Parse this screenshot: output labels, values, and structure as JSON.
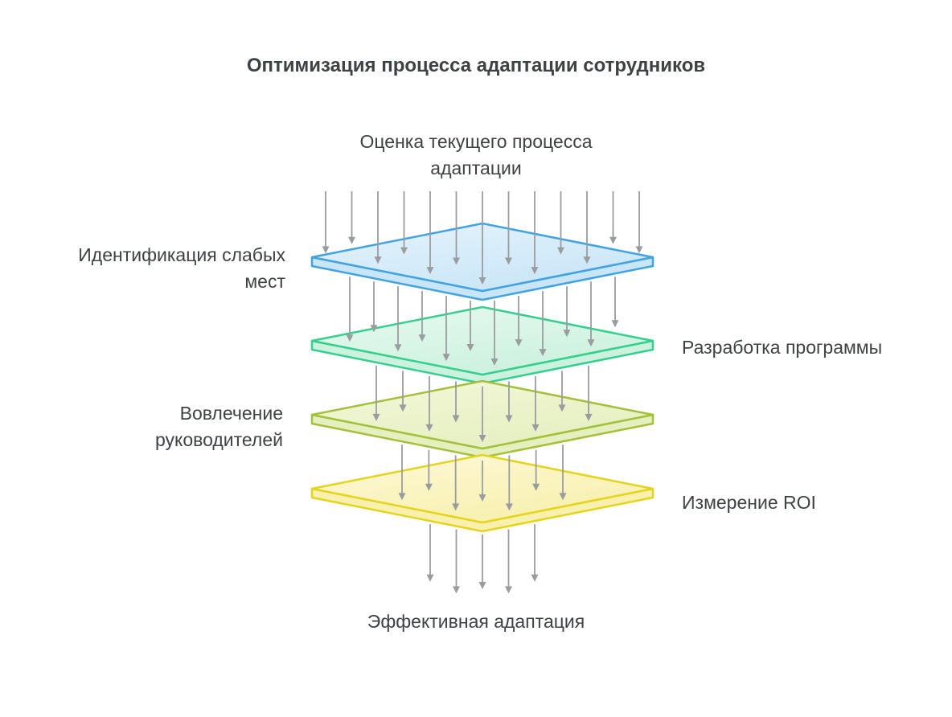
{
  "title": "Оптимизация процесса адаптации сотрудников",
  "flow": {
    "top_label": "Оценка текущего процесса адаптации",
    "bottom_label": "Эффективная адаптация"
  },
  "layers": [
    {
      "label": "Идентификация слабых мест",
      "side": "left",
      "stroke": "#41a3e3",
      "fill_light": "#e6f3fc",
      "fill_dark": "#c9e6f8"
    },
    {
      "label": "Разработка программы",
      "side": "right",
      "stroke": "#35d08e",
      "fill_light": "#e7faf0",
      "fill_dark": "#ccf1de"
    },
    {
      "label": "Вовлечение руководителей",
      "side": "left",
      "stroke": "#a3c13a",
      "fill_light": "#f3f8da",
      "fill_dark": "#e6efc0"
    },
    {
      "label": "Измерение ROI",
      "side": "right",
      "stroke": "#e6d41c",
      "fill_light": "#fdf9da",
      "fill_dark": "#f8f0ae"
    }
  ],
  "colors": {
    "arrow": "#9a9da0",
    "text": "#3e4245"
  }
}
